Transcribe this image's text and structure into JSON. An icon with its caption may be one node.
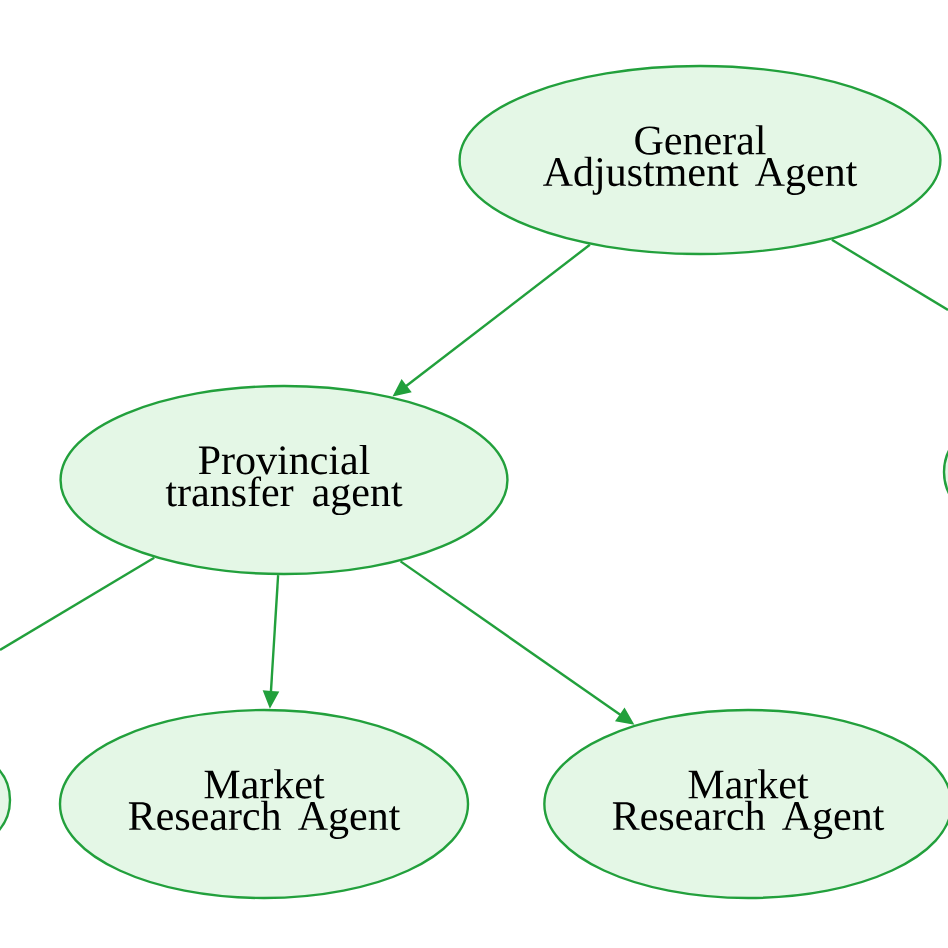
{
  "diagram": {
    "nodes": [
      {
        "text": [
          "General Adjustment Agent"
        ]
      },
      {
        "text": [
          "Provincial transfer agent"
        ]
      },
      {
        "text": [],
        "shape": "ellipse"
      },
      {
        "text": [],
        "shape": "ellipse"
      },
      {
        "text": [
          "Market Research Agent"
        ]
      },
      {
        "text": [
          "Market Research Agent"
        ]
      }
    ],
    "edges": [
      {
        "from": 0,
        "to": 1,
        "arrow": "to"
      },
      {
        "from": 0,
        "to": null,
        "arrow": "none"
      },
      {
        "from": 1,
        "to": null,
        "arrow": "none"
      },
      {
        "from": 1,
        "to": 4,
        "arrow": "to"
      },
      {
        "from": 1,
        "to": 5,
        "arrow": "to"
      }
    ]
  }
}
